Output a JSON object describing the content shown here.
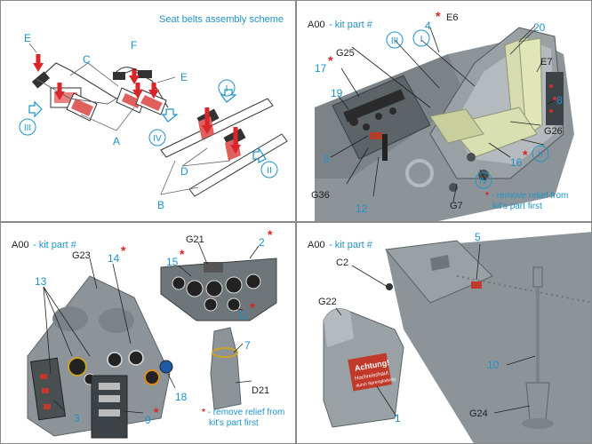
{
  "panels": {
    "seatbelts": {
      "title": "Seat belts assembly scheme",
      "labels": {
        "e1": "E",
        "e2": "E",
        "f": "F",
        "c": "C",
        "a": "A",
        "b": "B",
        "d": "D",
        "r3": "III",
        "r4": "IV",
        "r1": "I",
        "r2": "II"
      }
    },
    "cockpit": {
      "heading": "A00",
      "sub": "- kit part #",
      "labels": {
        "n4": "4",
        "e6": "E6",
        "n20": "20",
        "n17": "17",
        "g25": "G25",
        "r3": "III",
        "r1": "I",
        "e7": "E7",
        "n19": "19",
        "n8": "8",
        "g26": "G26",
        "r2": "II",
        "n6": "6",
        "n16": "16",
        "r4": "IV",
        "g36": "G36",
        "n12": "12",
        "g7": "G7"
      },
      "note_lines": [
        "- remove relief from",
        "kit's part first"
      ]
    },
    "panel": {
      "heading": "A00",
      "sub": "- kit part #",
      "labels": {
        "g21": "G21",
        "n2": "2",
        "g23": "G23",
        "n14": "14",
        "n15": "15",
        "n13": "13",
        "n11": "11",
        "n7": "7",
        "n18": "18",
        "d21": "D21",
        "n3": "3",
        "n9": "9"
      },
      "note_lines": [
        "- remove relief from",
        "kit's part first"
      ]
    },
    "seat": {
      "heading": "A00",
      "sub": "- kit part #",
      "labels": {
        "n5": "5",
        "c2": "C2",
        "g22": "G22",
        "n10": "10",
        "g24": "G24",
        "n1": "1"
      },
      "placard": [
        "Achtung!",
        "Hochreisshaut",
        "durch Sprengladung"
      ]
    }
  },
  "colors": {
    "accent": "#1e93c8",
    "star": "#e0211b",
    "part_grey": "#8c9499",
    "belt": "#d8dfb0"
  }
}
